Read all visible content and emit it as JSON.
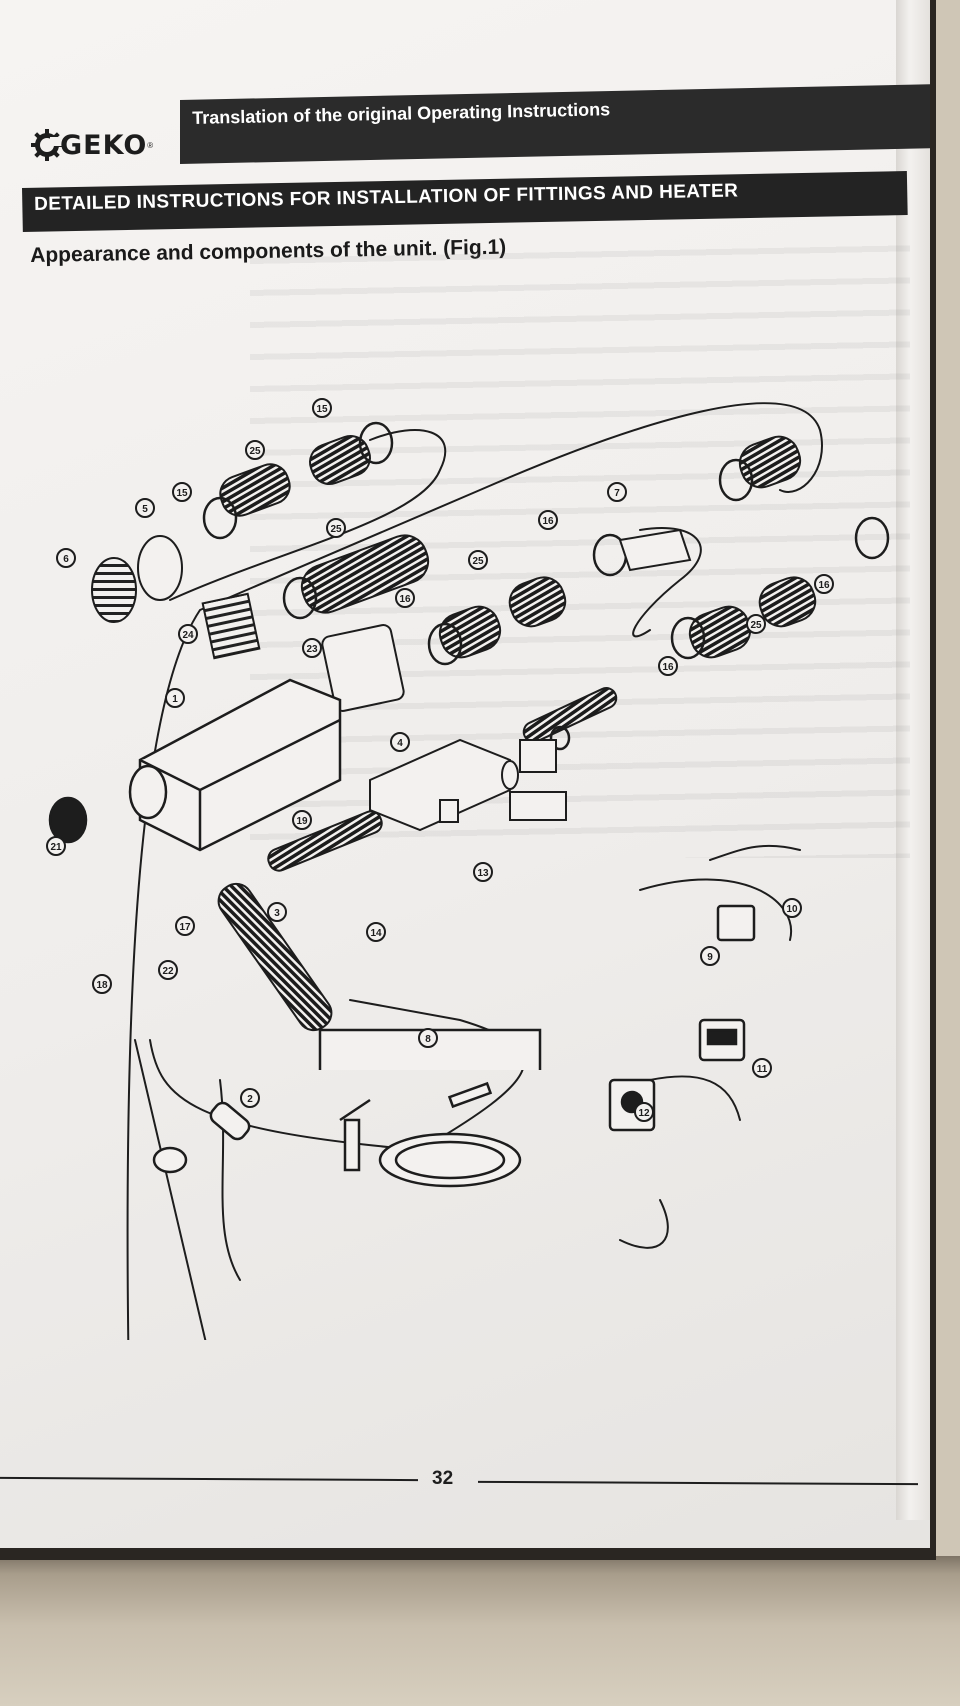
{
  "header": {
    "brand": "GEKO",
    "registered_mark": "®",
    "subtitle": "Translation of the original Operating Instructions"
  },
  "section": {
    "title": "DETAILED INSTRUCTIONS FOR INSTALLATION OF FITTINGS AND HEATER",
    "subtitle": "Appearance and components of the unit. (Fig.1)"
  },
  "figure": {
    "callouts": [
      "1",
      "2",
      "3",
      "4",
      "5",
      "6",
      "7",
      "8",
      "9",
      "10",
      "11",
      "12",
      "13",
      "14",
      "15",
      "15",
      "16",
      "16",
      "16",
      "16",
      "17",
      "18",
      "19",
      "21",
      "22",
      "23",
      "24",
      "25",
      "25",
      "25",
      "25"
    ]
  },
  "footer": {
    "page_number": "32"
  },
  "colors": {
    "ink": "#1d1d1d",
    "band": "#2b2b2b",
    "paper": "#f3f1ef"
  },
  "icons": [
    "gear-icon"
  ]
}
